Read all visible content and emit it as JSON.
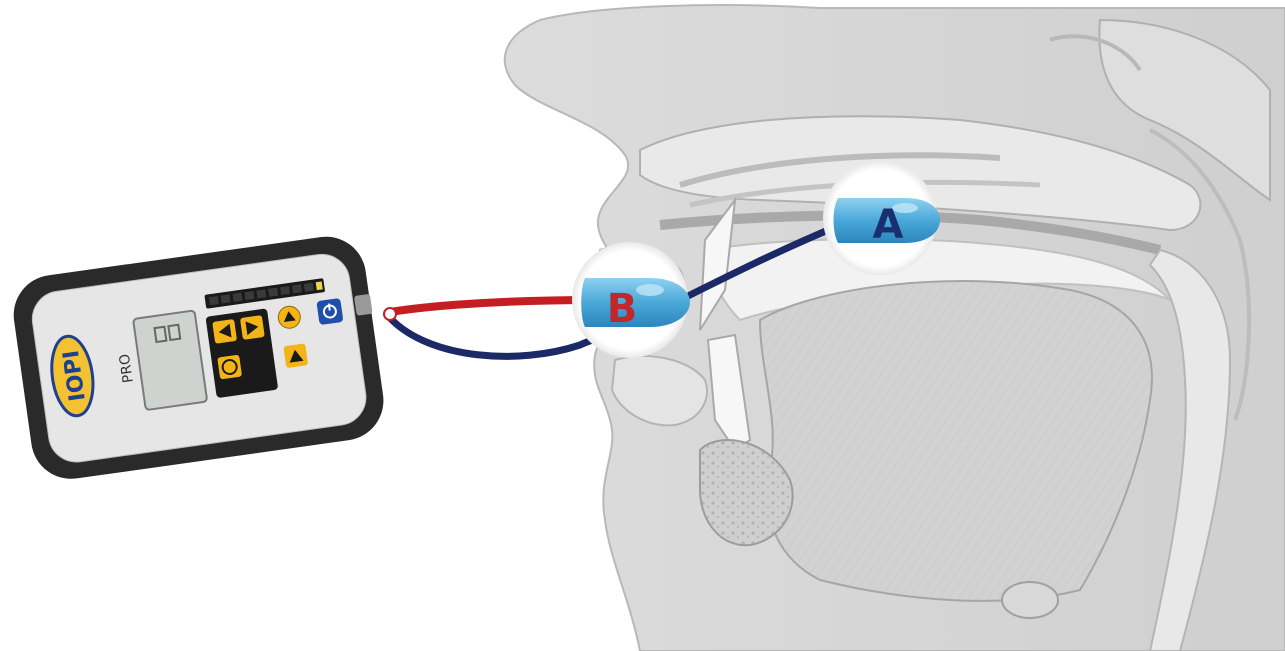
{
  "device": {
    "brand": "IOPI",
    "model": "PRO",
    "display_reading": "",
    "button_labels": {
      "peak": "",
      "target": ""
    }
  },
  "labels": {
    "bulb_a": "A",
    "bulb_b": "B"
  },
  "colors": {
    "label_a": "#1a2f6e",
    "label_b": "#c0282d",
    "tube_red": "#c41e23",
    "tube_navy": "#1b2a66",
    "bulb_blue": "#5ab4e0",
    "device_body": "#2a2a2a",
    "device_face": "#e6e6e6",
    "button_yellow": "#f2b515",
    "power_button": "#1f4fa8"
  }
}
